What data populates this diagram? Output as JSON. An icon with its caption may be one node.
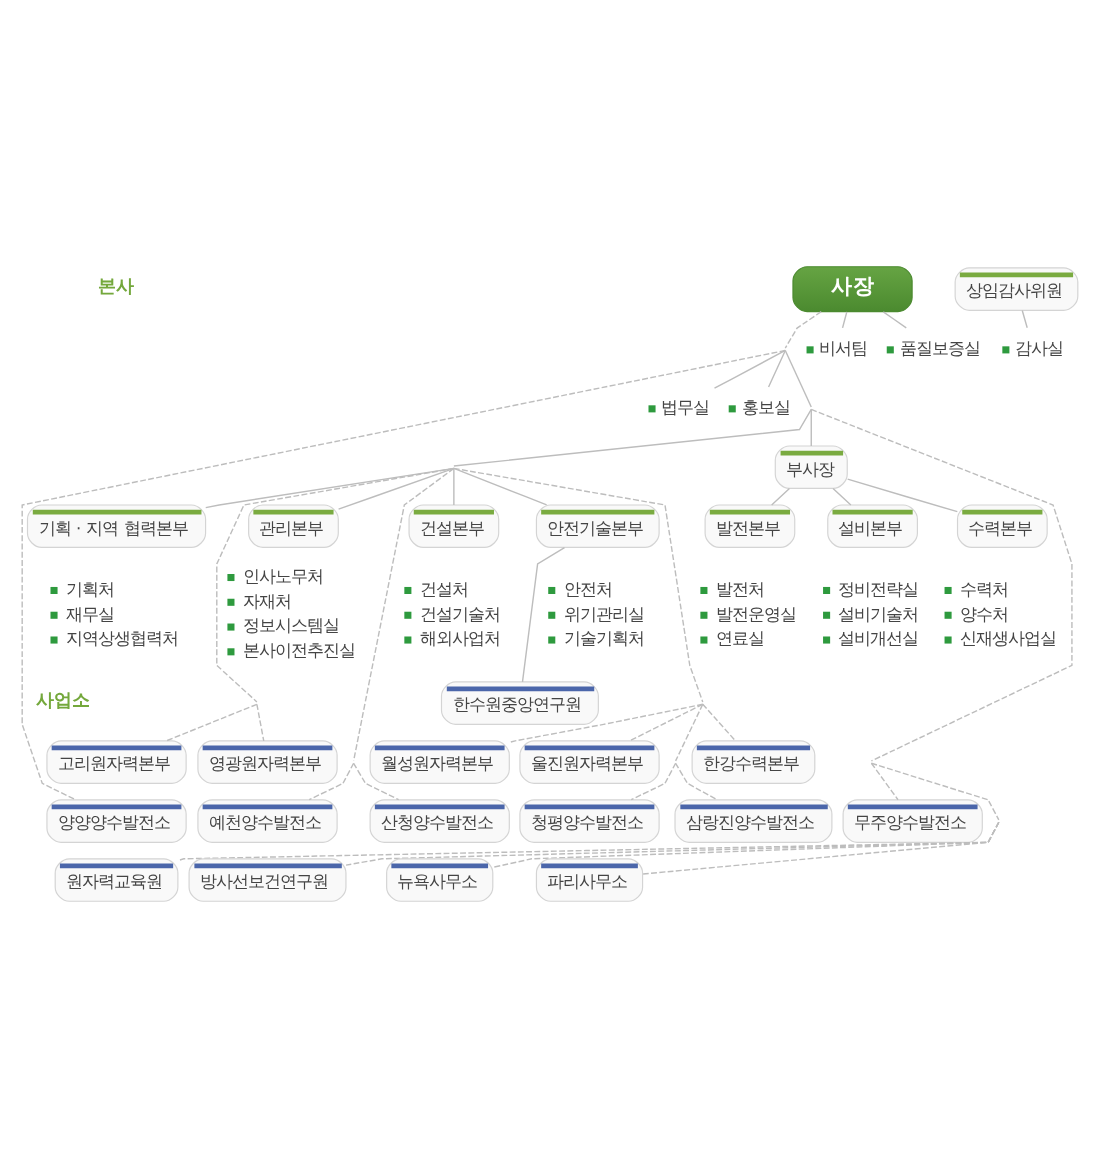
{
  "diagram": {
    "nodes": [
      {
        "text": [
          "사장"
        ]
      },
      {
        "text": [
          "비서팀"
        ]
      },
      {
        "text": [
          "품질보증실"
        ]
      },
      {
        "text": [
          "법무실"
        ]
      },
      {
        "text": [
          "홍보실"
        ]
      },
      {
        "text": [
          "상임감사위원"
        ]
      },
      {
        "text": [
          "감사실"
        ]
      },
      {
        "text": [
          "부사장"
        ]
      },
      {
        "text": [
          "기획 · 지역 협력본부"
        ],
        "beside": [
          "기획처",
          "재무실",
          "지역상생협력처"
        ]
      },
      {
        "text": [
          "관리본부"
        ],
        "beside": [
          "인사노무처",
          "자재처",
          "정보시스템실",
          "본사이전추진실"
        ]
      },
      {
        "text": [
          "건설본부"
        ],
        "beside": [
          "건설처",
          "건설기술처",
          "해외사업처"
        ]
      },
      {
        "text": [
          "안전기술본부"
        ],
        "beside": [
          "안전처",
          "위기관리실",
          "기술기획처"
        ]
      },
      {
        "text": [
          "발전본부"
        ],
        "beside": [
          "발전처",
          "발전운영실",
          "연료실"
        ]
      },
      {
        "text": [
          "설비본부"
        ],
        "beside": [
          "정비전략실",
          "설비기술처",
          "설비개선실"
        ]
      },
      {
        "text": [
          "수력본부"
        ],
        "beside": [
          "수력처",
          "양수처",
          "신재생사업실"
        ]
      },
      {
        "text": [
          "한수원중앙연구원"
        ]
      },
      {
        "text": [
          "고리원자력본부"
        ]
      },
      {
        "text": [
          "영광원자력본부"
        ]
      },
      {
        "text": [
          "월성원자력본부"
        ]
      },
      {
        "text": [
          "울진원자력본부"
        ]
      },
      {
        "text": [
          "한강수력본부"
        ]
      },
      {
        "text": [
          "양양양수발전소"
        ]
      },
      {
        "text": [
          "예천양수발전소"
        ]
      },
      {
        "text": [
          "산청양수발전소"
        ]
      },
      {
        "text": [
          "청평양수발전소"
        ]
      },
      {
        "text": [
          "삼랑진양수발전소"
        ]
      },
      {
        "text": [
          "무주양수발전소"
        ]
      },
      {
        "text": [
          "원자력교육원"
        ]
      },
      {
        "text": [
          "방사선보건연구원"
        ]
      },
      {
        "text": [
          "뉴욕사무소"
        ]
      },
      {
        "text": [
          "파리사무소"
        ]
      }
    ],
    "edges": [
      {
        "from": 0,
        "to": 1,
        "arrow": "none"
      },
      {
        "from": 0,
        "to": 2,
        "arrow": "none"
      },
      {
        "from": 0,
        "to": 3,
        "arrow": "none"
      },
      {
        "from": 0,
        "to": 4,
        "arrow": "none"
      },
      {
        "from": 5,
        "to": 6,
        "arrow": "none"
      },
      {
        "from": 0,
        "to": 7,
        "arrow": "none"
      },
      {
        "from": 0,
        "to": 8,
        "arrow": "none"
      },
      {
        "from": 0,
        "to": 9,
        "arrow": "none"
      },
      {
        "from": 0,
        "to": 10,
        "arrow": "none"
      },
      {
        "from": 0,
        "to": 11,
        "arrow": "none"
      },
      {
        "from": 7,
        "to": 12,
        "arrow": "none"
      },
      {
        "from": 7,
        "to": 13,
        "arrow": "none"
      },
      {
        "from": 7,
        "to": 14,
        "arrow": "none"
      },
      {
        "from": 11,
        "to": 15,
        "arrow": "none"
      },
      {
        "from": 0,
        "to": 16,
        "arrow": "none",
        "style": "dashed"
      },
      {
        "from": 0,
        "to": 17,
        "arrow": "none",
        "style": "dashed"
      },
      {
        "from": 0,
        "to": 18,
        "arrow": "none",
        "style": "dashed"
      },
      {
        "from": 0,
        "to": 19,
        "arrow": "none",
        "style": "dashed"
      },
      {
        "from": 0,
        "to": 20,
        "arrow": "none",
        "style": "dashed"
      },
      {
        "from": 0,
        "to": 21,
        "arrow": "none",
        "style": "dashed"
      },
      {
        "from": 0,
        "to": 22,
        "arrow": "none",
        "style": "dashed"
      },
      {
        "from": 0,
        "to": 23,
        "arrow": "none",
        "style": "dashed"
      },
      {
        "from": 0,
        "to": 24,
        "arrow": "none",
        "style": "dashed"
      },
      {
        "from": 0,
        "to": 25,
        "arrow": "none",
        "style": "dashed"
      },
      {
        "from": 0,
        "to": 26,
        "arrow": "none",
        "style": "dashed"
      },
      {
        "from": 0,
        "to": 27,
        "arrow": "none",
        "style": "dashed"
      },
      {
        "from": 0,
        "to": 28,
        "arrow": "none",
        "style": "dashed"
      },
      {
        "from": 0,
        "to": 29,
        "arrow": "none",
        "style": "dashed"
      },
      {
        "from": 0,
        "to": 30,
        "arrow": "none",
        "style": "dashed"
      }
    ],
    "labels": [
      "본사",
      "사업소"
    ]
  }
}
